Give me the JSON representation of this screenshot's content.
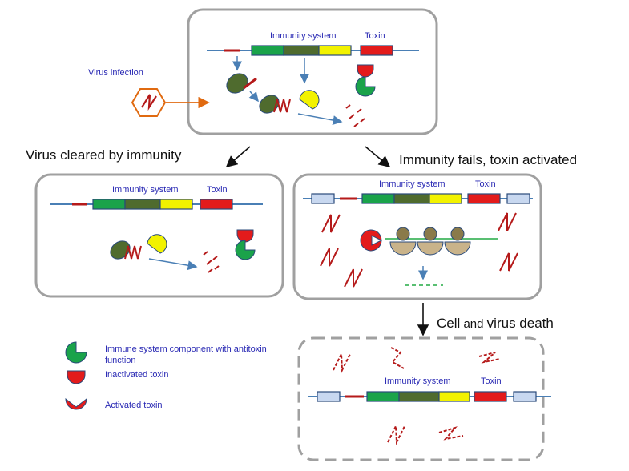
{
  "labels": {
    "virus_infection": "Virus infection",
    "immunity_system": "Immunity system",
    "toxin": "Toxin",
    "cleared": "Virus cleared by immunity",
    "fails": "Immunity fails, toxin activated",
    "death_cell": "Cell",
    "death_and": " and ",
    "death_virus": "virus death"
  },
  "legend": {
    "items": [
      {
        "icon": "antitoxin-icon",
        "label_line1": "Immune system component with antitoxin",
        "label_line2": "function"
      },
      {
        "icon": "inactivated-toxin-icon",
        "label_line1": "Inactivated toxin"
      },
      {
        "icon": "activated-toxin-icon",
        "label_line1": "Activated toxin"
      }
    ]
  },
  "colors": {
    "dna_line": "#4a7fb5",
    "immunity_green": "#1aa34a",
    "immunity_olive": "#4f6b2e",
    "immunity_yellow": "#f2f200",
    "toxin_red": "#e31b1b",
    "virus_red": "#b51a1a",
    "virus_orange": "#e06a10",
    "label_blue": "#2a2ab4",
    "box_gray": "#a0a0a0",
    "ribosome_tan": "#c9b38a",
    "ribosome_olive": "#8a7a4a",
    "mrna_green": "#22aa44",
    "marker_lightblue": "#c8d8f0"
  }
}
